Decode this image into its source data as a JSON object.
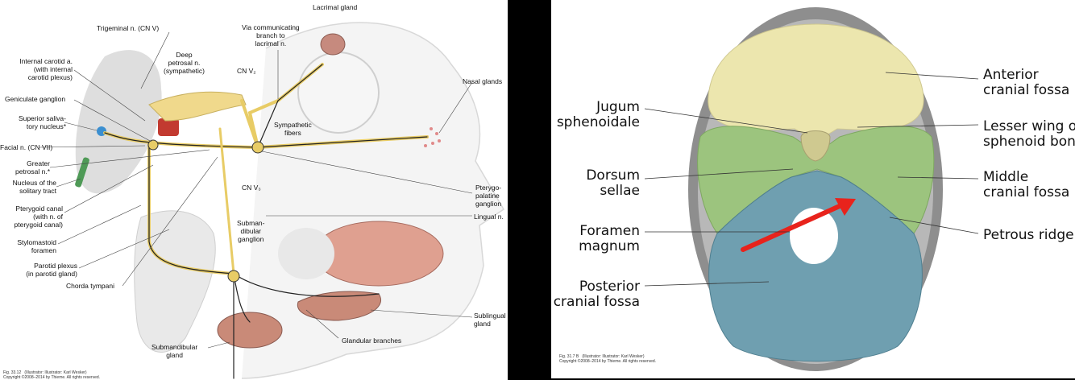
{
  "left_figure": {
    "labels": {
      "trigeminal": "Trigeminal n. (CN V)",
      "via_comm": "Via communicating\nbranch to\nlacrimal n.",
      "lacrimal_gland": "Lacrimal gland",
      "internal_carotid": "Internal carotid a.\n(with internal\ncarotid plexus)",
      "deep_petrosal": "Deep\npetrosal n.\n(sympathetic)",
      "cn_v2": "CN V₂",
      "nasal_glands": "Nasal glands",
      "geniculate": "Geniculate ganglion",
      "superior_saliva": "Superior saliva-\ntory nucleus*",
      "sympathetic_fibers": "Sympathetic\nfibers",
      "facial_n": "Facial n. (CN VII)",
      "greater_petrosal": "Greater\npetrosal n.*",
      "nucleus_solitary": "Nucleus of the\nsolitary tract",
      "cn_v3": "CN V₃",
      "pterygopalatine": "Pterygo-\npalatine\nganglion",
      "pterygoid_canal": "Pterygoid canal\n(with n. of\npterygoid canal)",
      "lingual_n": "Lingual n.",
      "submandibular_ganglion": "Subman-\ndibular\nganglion",
      "stylomastoid": "Stylomastoid\nforamen",
      "parotid_plexus": "Parotid plexus\n(in parotid gland)",
      "chorda_tympani": "Chorda tympani",
      "sublingual": "Sublingual\ngland",
      "glandular_branches": "Glandular branches",
      "submandibular_gland": "Submandibular\ngland"
    },
    "credit": "Fig. 33.12   (Illustrator: Illustrator: Karl Wesker)\nCopyright ©2008–2014 by Thieme. All rights reserved."
  },
  "right_figure": {
    "labels": {
      "jugum": "Jugum\nsphenoidale",
      "dorsum": "Dorsum\nsellae",
      "foramen": "Foramen\nmagnum",
      "posterior": "Posterior\ncranial fossa",
      "anterior": "Anterior\ncranial fossa",
      "lesser_wing": "Lesser wing of\nsphenoid bone",
      "middle": "Middle\ncranial fossa",
      "petrous": "Petrous ridge"
    },
    "credit": "Fig. 31.7 B   (Illustrator: Illustrator: Karl Wesker)\nCopyright ©2008–2014 by Thieme. All rights reserved.",
    "colors": {
      "anterior_fossa": "#ece6ae",
      "middle_fossa": "#9cc47e",
      "posterior_fossa": "#6f9fb0",
      "arrow": "#e8231c"
    }
  }
}
